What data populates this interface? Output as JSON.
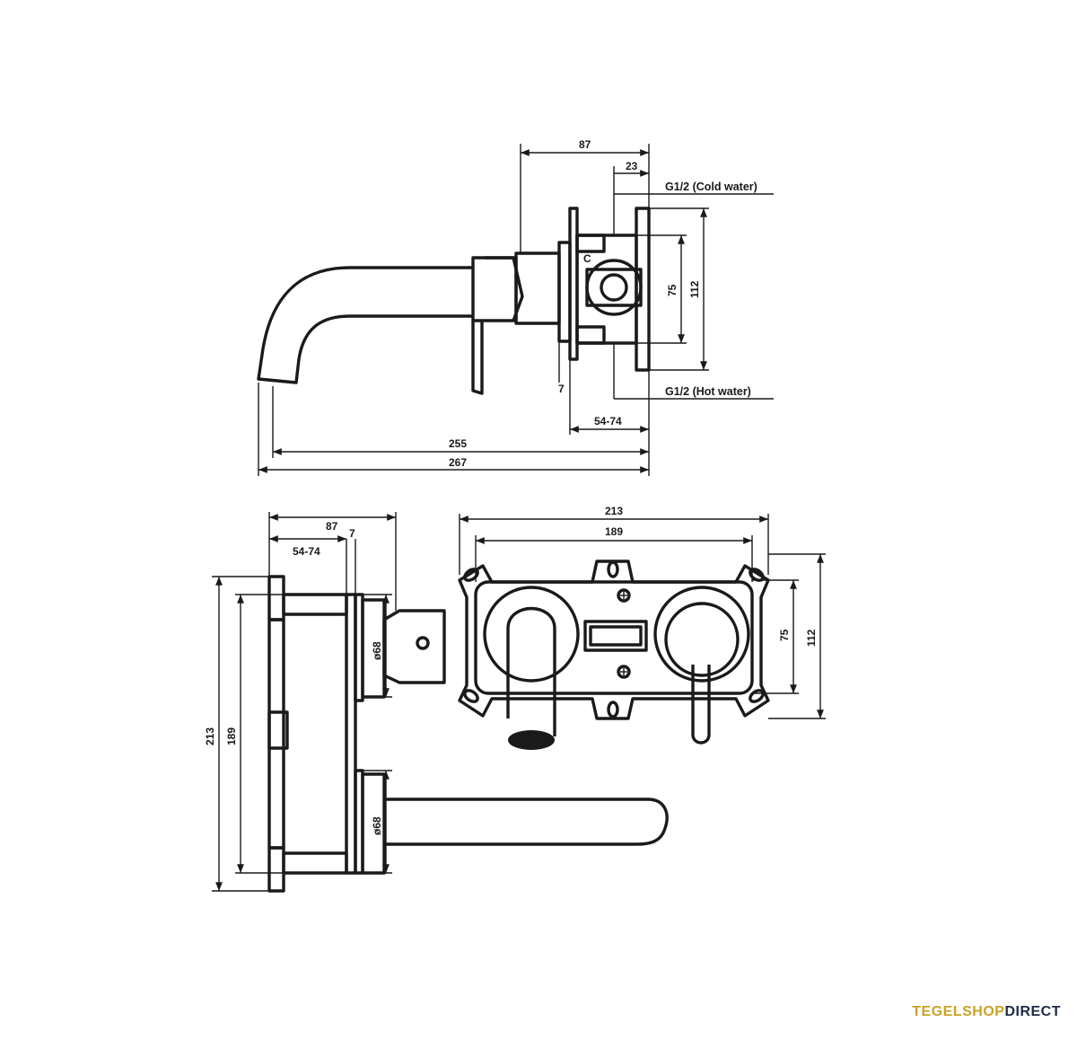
{
  "brand": {
    "part1": "TEGELSHOP",
    "part2": "DIRECT",
    "color1": "#c9a227",
    "color2": "#1f2a44"
  },
  "side_view": {
    "dim_depth": "87",
    "dim_outlet_offset": "23",
    "label_cold": "G1/2 (Cold water)",
    "label_hot": "G1/2 (Hot water)",
    "dim_inlet_spacing": "75",
    "dim_box_height": "112",
    "dim_plate": "7",
    "dim_wall_range": "54-74",
    "dim_spout_reach": "255",
    "dim_total_length": "267",
    "letter_c": "C"
  },
  "top_view": {
    "dim_depth": "87",
    "dim_plate": "7",
    "dim_wall_range": "54-74",
    "dim_total": "213",
    "dim_inner": "189",
    "dia_upper": "ø68",
    "dia_lower": "ø68"
  },
  "front_view": {
    "dim_width": "213",
    "dim_inner_width": "189",
    "dim_height_inner": "75",
    "dim_height_total": "112"
  },
  "colors": {
    "line": "#1a1a1a",
    "background": "#ffffff"
  }
}
